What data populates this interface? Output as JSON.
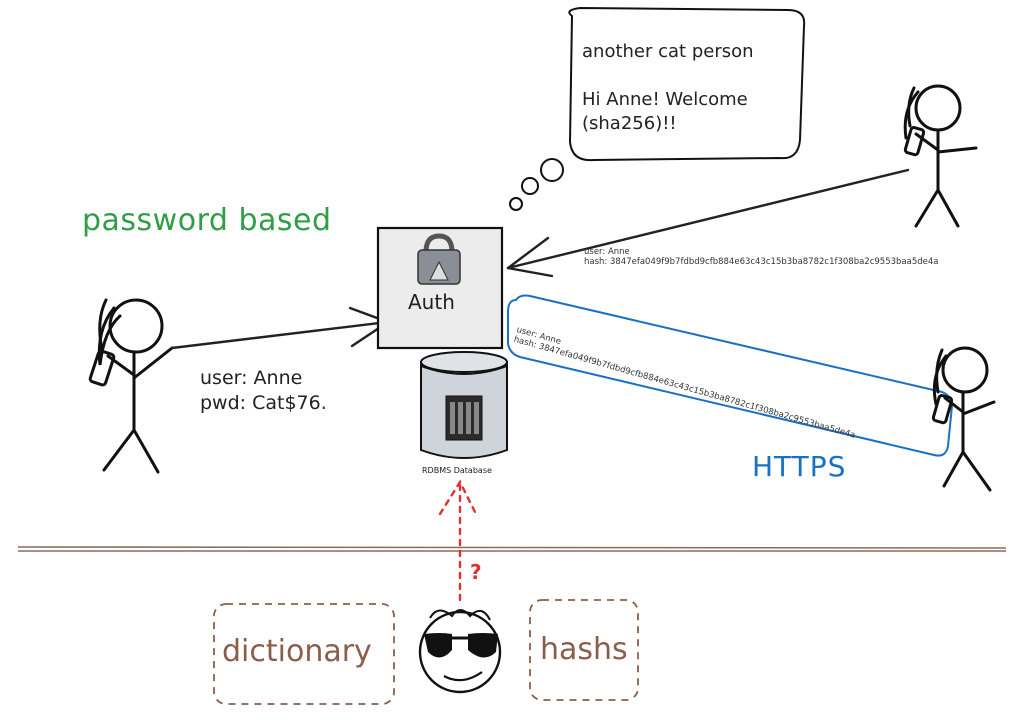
{
  "diagram": {
    "title": "password based",
    "credentials": {
      "user_line": "user: Anne",
      "pwd_line": "pwd: Cat$76."
    },
    "auth_box_label": "Auth",
    "database_label": "RDBMS Database",
    "thought_bubble": {
      "line1": "another cat person",
      "line2": "Hi Anne! Welcome",
      "line3": "(sha256)!!"
    },
    "message_top": {
      "user_line": "user: Anne",
      "hash_line": "hash: 3847efa049f9b7fdbd9cfb884e63c43c15b3ba8782c1f308ba2c9553baa5de4a"
    },
    "message_https": {
      "user_line": "user: Anne",
      "hash_line": "hash: 3847efa049f9b7fdbd9cfb884e63c43c15b3ba8782c1f308ba2c9553baa5de4a"
    },
    "https_label": "HTTPS",
    "attacker_question": "?",
    "attacker_tools": {
      "left": "dictionary",
      "right": "hashs"
    },
    "colors": {
      "green": "#2f9e44",
      "blue": "#1971c2",
      "red": "#e03131",
      "brown": "#8b5e4b",
      "ink": "#222222",
      "box_fill": "#ececec",
      "db_fill": "#ced4da"
    }
  }
}
